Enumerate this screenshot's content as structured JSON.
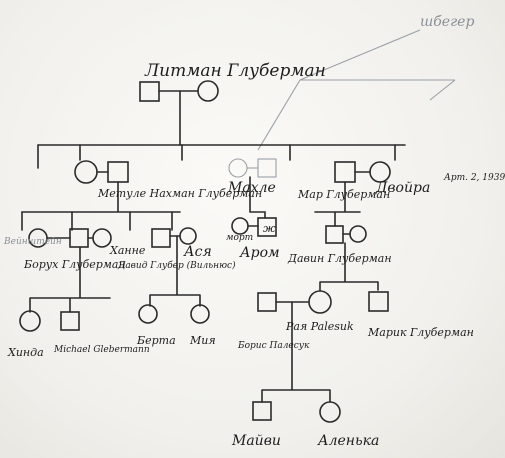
{
  "diagram": {
    "annotation_top": "шбегер",
    "date": "Арт. 2, 1939",
    "people": {
      "root": "Литман Глуберман",
      "g1_left": "Метуле Нахман Глуберман",
      "g1_middle": "Махле",
      "g1_right_male": "Мар Глуберман",
      "g1_right_female": "Двойра",
      "g2_vaynshteyn": "Вейнштейн",
      "g2_borukh": "Борух Глуберман",
      "g2_khane": "Ханне",
      "g2_dovid": "Давид Глубер (Вильнюс)",
      "g2_asya": "Ася",
      "g2_murtsy": "морт",
      "g2_arom": "Аром",
      "g2_davin": "Давин Глуберман",
      "g3_khinda": "Хинда",
      "g3_michael": "Michael Glebermann",
      "g3_berta": "Берта",
      "g3_miya": "Мия",
      "g3_boris": "Борис Палесук",
      "g3_raya": "Рая Palesuk",
      "g3_marik": "Марик Глуберман",
      "g4_mayvi": "Майви",
      "g4_alenka": "Аленька"
    }
  }
}
